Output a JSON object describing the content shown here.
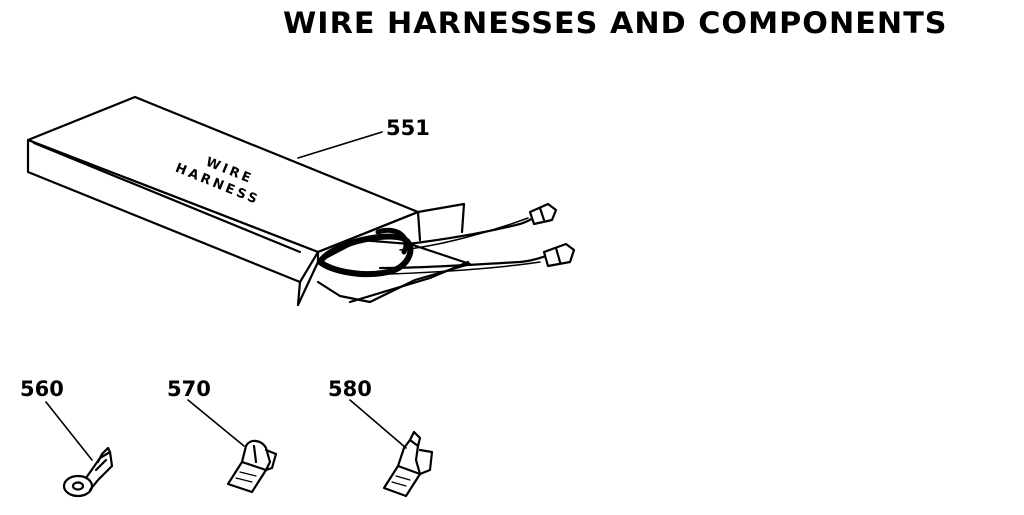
{
  "title": "WIRE HARNESSES AND COMPONENTS",
  "box_label": {
    "line1": "WIRE",
    "line2": "HARNESS"
  },
  "parts": [
    {
      "number": "551",
      "name": "wire harness"
    },
    {
      "number": "560",
      "name": "ring terminal"
    },
    {
      "number": "570",
      "name": "flag terminal"
    },
    {
      "number": "580",
      "name": "piggyback terminal"
    }
  ]
}
